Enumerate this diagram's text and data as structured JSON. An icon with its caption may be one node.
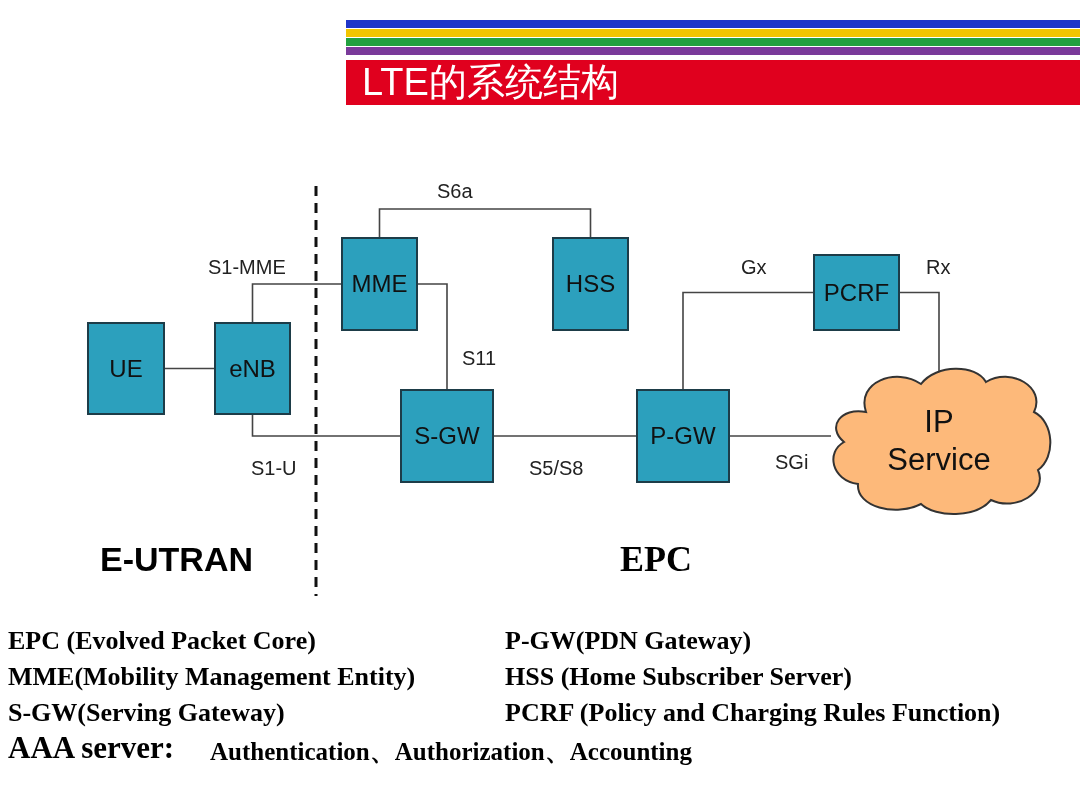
{
  "diagram": {
    "title": "LTE的系统结构",
    "nodes": [
      {
        "text": [
          "UE"
        ]
      },
      {
        "text": [
          "eNB"
        ]
      },
      {
        "text": [
          "MME"
        ]
      },
      {
        "text": [
          "HSS"
        ]
      },
      {
        "text": [
          "S-GW"
        ]
      },
      {
        "text": [
          "PCRF"
        ]
      },
      {
        "text": [
          "P-GW"
        ]
      },
      {
        "text": [
          "IP Service"
        ]
      }
    ],
    "edges": [
      {
        "from": 0,
        "to": 1,
        "arrow": "none"
      },
      {
        "from": 1,
        "to": 2,
        "arrow": "none",
        "label": "S1-MME"
      },
      {
        "from": 2,
        "to": 3,
        "arrow": "none",
        "label": "S6a"
      },
      {
        "from": 2,
        "to": 4,
        "arrow": "none",
        "label": "S11"
      },
      {
        "from": 1,
        "to": 4,
        "arrow": "none",
        "label": "S1-U"
      },
      {
        "from": 4,
        "to": 6,
        "arrow": "none",
        "label": "S5/S8"
      },
      {
        "from": 6,
        "to": 5,
        "arrow": "none",
        "label": "Gx"
      },
      {
        "from": 5,
        "to": 7,
        "arrow": "none",
        "label": "Rx"
      },
      {
        "from": 6,
        "to": 7,
        "arrow": "none",
        "label": "SGi"
      }
    ],
    "labels": [
      "E-UTRAN",
      "EPC",
      "EPC (Evolved Packet Core)",
      "P-GW(PDN Gateway)",
      "MME(Mobility Management Entity)",
      "HSS (Home Subscriber Server)",
      "S-GW(Serving Gateway)",
      "PCRF (Policy and Charging Rules Function)",
      "AAA server:",
      "Authentication、Authorization、Accounting"
    ]
  }
}
